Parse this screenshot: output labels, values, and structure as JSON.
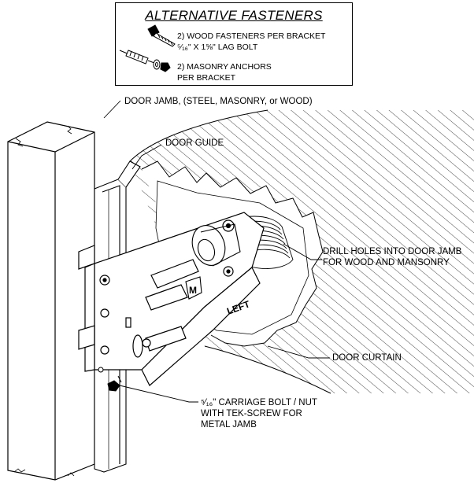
{
  "fastener_box": {
    "title": "ALTERNATIVE FASTENERS",
    "wood_line1": "2) WOOD FASTENERS PER BRACKET",
    "wood_line2": "⁵⁄₁₆\" X 1⅝\" LAG BOLT",
    "masonry_line1": "2) MASONRY ANCHORS",
    "masonry_line2": "PER BRACKET"
  },
  "callouts": {
    "door_jamb": "DOOR JAMB, (STEEL, MASONRY, or WOOD)",
    "door_guide": "DOOR GUIDE",
    "drill_line1": "DRILL HOLES INTO DOOR JAMB",
    "drill_line2": "FOR WOOD AND MANSONRY",
    "door_curtain": "DOOR CURTAIN",
    "carriage_line1": "⁵⁄₁₆\"  CARRIAGE BOLT / NUT",
    "carriage_line2": "WITH TEK-SCREW FOR",
    "carriage_line3": "METAL JAMB"
  },
  "bracket_label": "LEFT"
}
